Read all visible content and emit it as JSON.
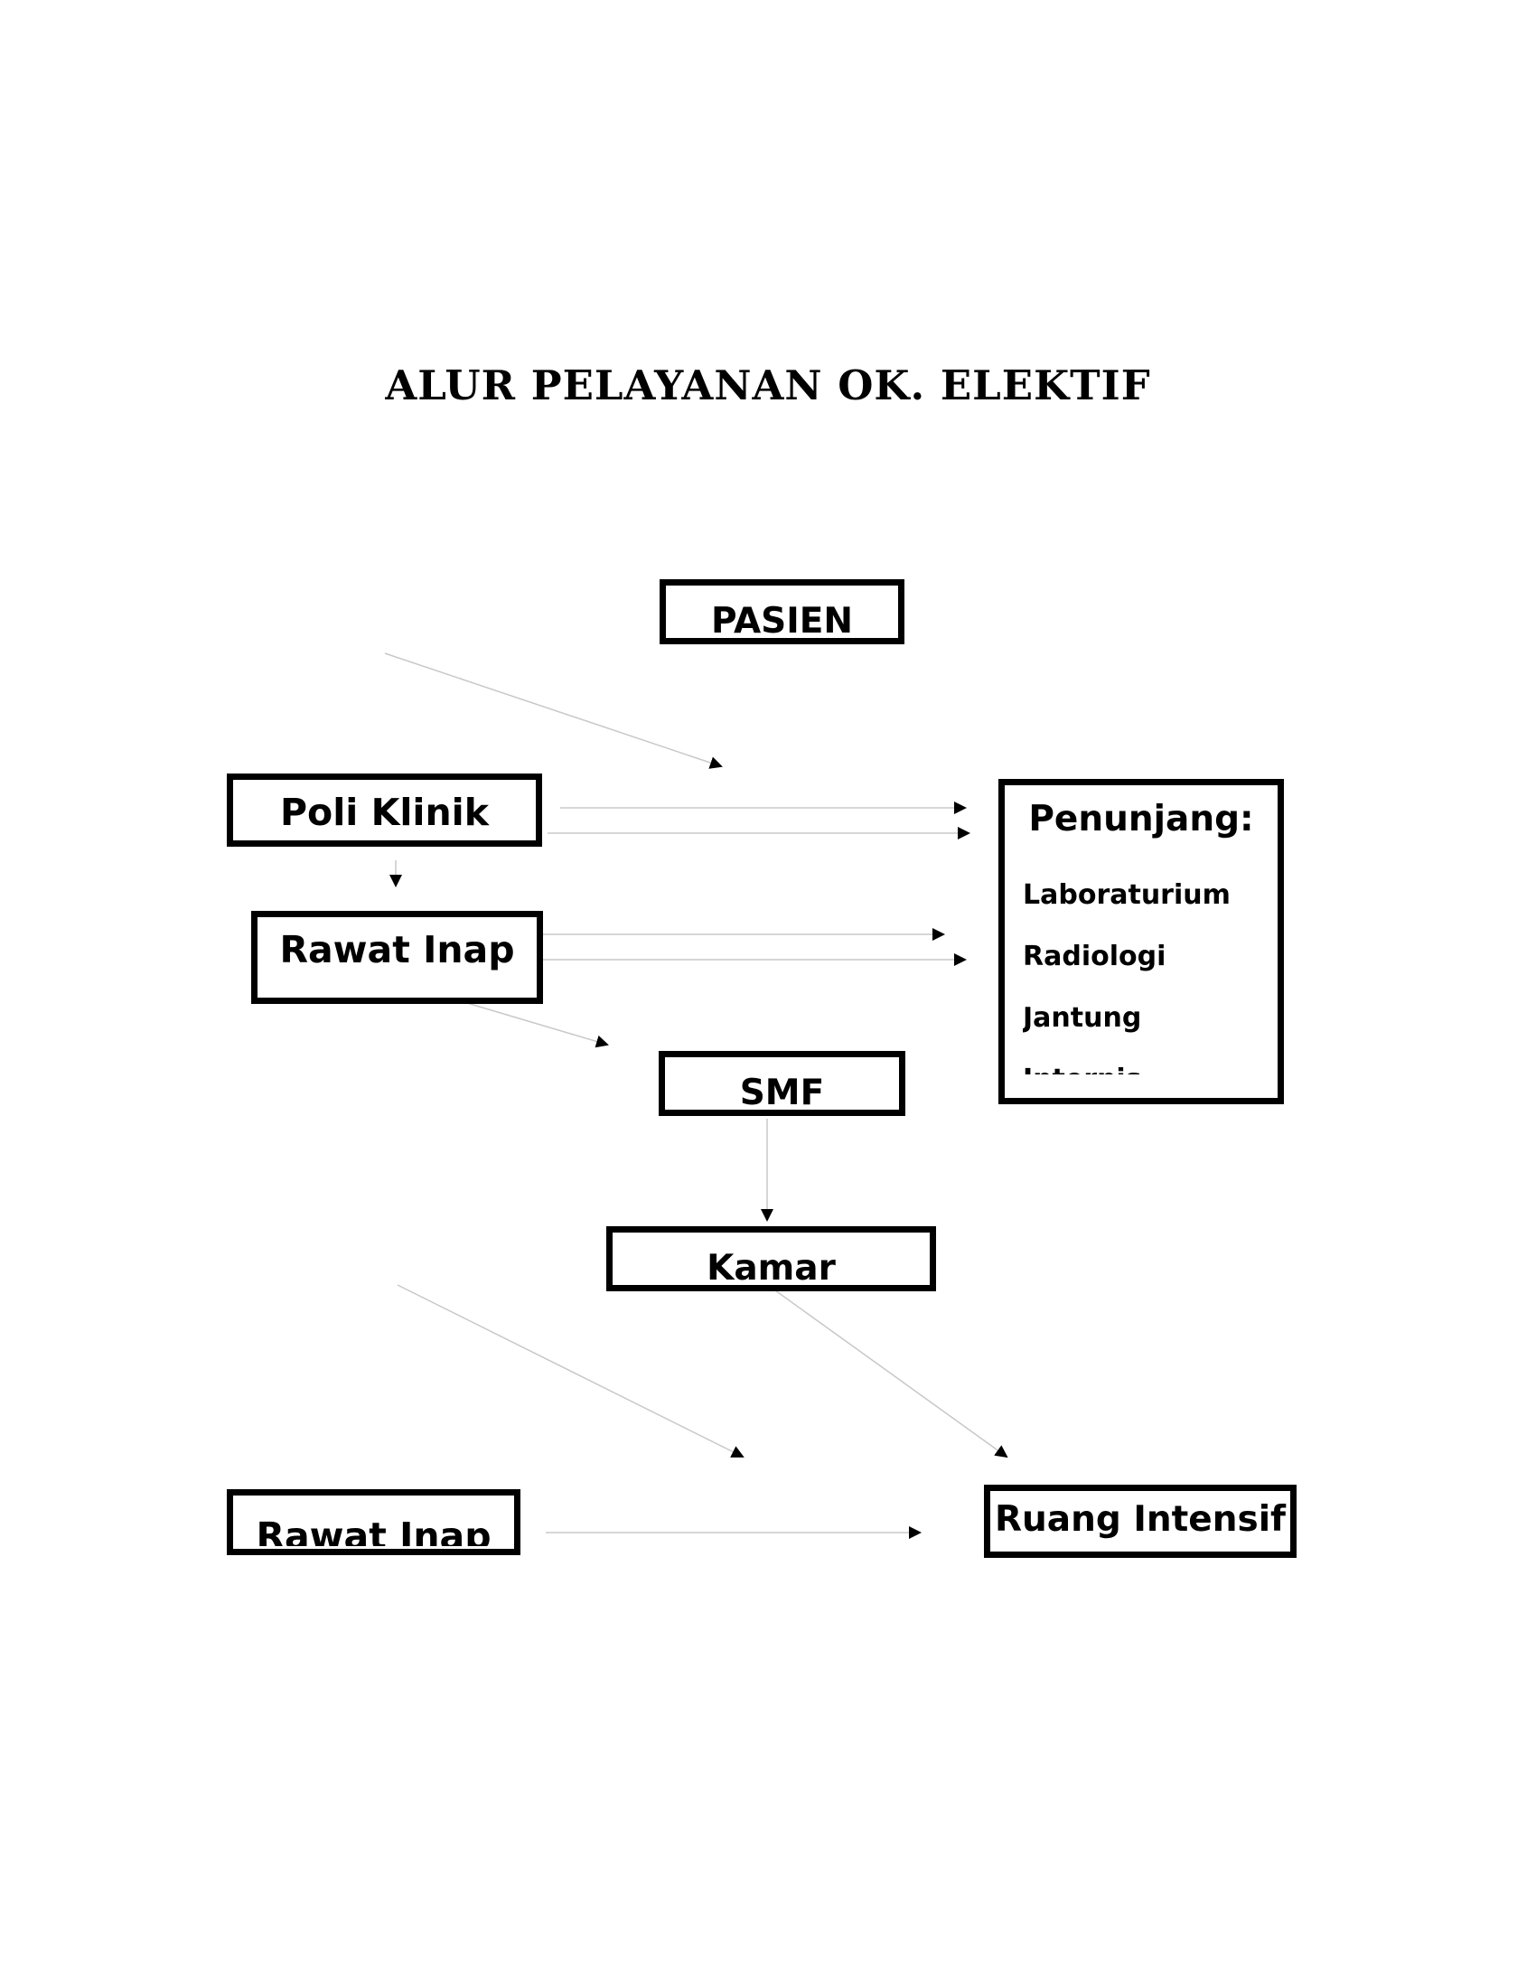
{
  "title": "ALUR PELAYANAN OK. ELEKTIF",
  "nodes": {
    "pasien": "PASIEN",
    "poli_klinik": "Poli Klinik",
    "rawat_inap_1": "Rawat Inap",
    "smf": "SMF",
    "kamar": "Kamar",
    "rawat_inap_2": "Rawat Inap",
    "ruang_intensif": "Ruang Intensif",
    "penunjang": {
      "title": "Penunjang:",
      "items": [
        "Laboraturium",
        "Radiologi",
        "Jantung",
        "Internis"
      ]
    }
  },
  "colors": {
    "box_border": "#000000",
    "arrow_line": "#c8c8c8",
    "arrow_head": "#000000",
    "text": "#000000"
  }
}
